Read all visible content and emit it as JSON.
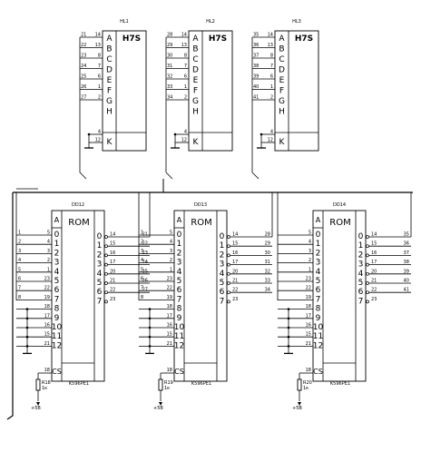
{
  "displays": [
    {
      "ref": "HL1",
      "type": "H7S",
      "segments": [
        "A",
        "B",
        "C",
        "D",
        "E",
        "F",
        "G",
        "H"
      ],
      "k_label": "K",
      "wires": [
        "21",
        "22",
        "23",
        "24",
        "25",
        "26",
        "27"
      ],
      "pins": [
        "14",
        "13",
        "8",
        "7",
        "6",
        "1",
        "2"
      ],
      "k_pins": [
        "4",
        "12"
      ]
    },
    {
      "ref": "HL2",
      "type": "H7S",
      "segments": [
        "A",
        "B",
        "C",
        "D",
        "E",
        "F",
        "G",
        "H"
      ],
      "k_label": "K",
      "wires": [
        "28",
        "29",
        "30",
        "31",
        "32",
        "33",
        "34"
      ],
      "pins": [
        "14",
        "13",
        "8",
        "7",
        "6",
        "1",
        "2"
      ],
      "k_pins": [
        "4",
        "12"
      ]
    },
    {
      "ref": "HL3",
      "type": "H7S",
      "segments": [
        "A",
        "B",
        "C",
        "D",
        "E",
        "F",
        "G",
        "H"
      ],
      "k_label": "K",
      "wires": [
        "35",
        "36",
        "37",
        "38",
        "39",
        "40",
        "41"
      ],
      "pins": [
        "14",
        "13",
        "8",
        "7",
        "6",
        "1",
        "2"
      ],
      "k_pins": [
        "4",
        "12"
      ]
    }
  ],
  "roms": [
    {
      "ref": "DD12",
      "title": "ROM",
      "a_label": "A",
      "cs_label": "CS",
      "part": "K596PE1",
      "addr_labels": [
        "0",
        "1",
        "2",
        "3",
        "4",
        "5",
        "6",
        "7",
        "8",
        "9",
        "10",
        "11",
        "12"
      ],
      "out_labels": [
        "0",
        "1",
        "2",
        "3",
        "4",
        "5",
        "6",
        "7"
      ],
      "in_pins": [
        "5",
        "4",
        "3",
        "2",
        "1",
        "23",
        "22",
        "19",
        "18",
        "17",
        "16",
        "15",
        "21"
      ],
      "out_pins": [
        "14",
        "15",
        "16",
        "17",
        "20",
        "21",
        "22",
        "23"
      ],
      "in_wires": [
        "1",
        "2",
        "3",
        "4",
        "5",
        "6",
        "7",
        "8",
        "",
        "",
        "",
        "",
        ""
      ],
      "out_wires": [
        "21",
        "22",
        "23",
        "24",
        "25",
        "26",
        "27",
        ""
      ],
      "cs_pin": "18",
      "res": "R18",
      "res_val": "1к",
      "supply": "+5В"
    },
    {
      "ref": "DD13",
      "title": "ROM",
      "a_label": "A",
      "cs_label": "CS",
      "part": "K596PE1",
      "addr_labels": [
        "0",
        "1",
        "2",
        "3",
        "4",
        "5",
        "6",
        "7",
        "8",
        "9",
        "10",
        "11",
        "12"
      ],
      "out_labels": [
        "0",
        "1",
        "2",
        "3",
        "4",
        "5",
        "6",
        "7"
      ],
      "in_pins": [
        "5",
        "4",
        "3",
        "2",
        "1",
        "23",
        "22",
        "19",
        "18",
        "17",
        "16",
        "15",
        "21"
      ],
      "out_pins": [
        "14",
        "15",
        "16",
        "17",
        "20",
        "21",
        "22",
        "23"
      ],
      "in_wires": [
        "1",
        "2",
        "3",
        "4",
        "5",
        "6",
        "7",
        "8",
        "",
        "",
        "",
        "",
        ""
      ],
      "out_wires": [
        "28",
        "29",
        "30",
        "31",
        "32",
        "33",
        "34",
        ""
      ],
      "cs_pin": "18",
      "res": "R19",
      "res_val": "1к",
      "supply": "+5В"
    },
    {
      "ref": "DD14",
      "title": "ROM",
      "a_label": "A",
      "cs_label": "CS",
      "part": "K596PE1",
      "addr_labels": [
        "0",
        "1",
        "2",
        "3",
        "4",
        "5",
        "6",
        "7",
        "8",
        "9",
        "10",
        "11",
        "12"
      ],
      "out_labels": [
        "0",
        "1",
        "2",
        "3",
        "4",
        "5",
        "6",
        "7"
      ],
      "in_pins": [
        "5",
        "4",
        "3",
        "2",
        "1",
        "23",
        "22",
        "19",
        "18",
        "17",
        "16",
        "15",
        "21"
      ],
      "out_pins": [
        "14",
        "15",
        "16",
        "17",
        "20",
        "21",
        "22",
        "23"
      ],
      "in_wires": [
        "",
        "",
        "",
        "",
        "",
        "",
        "",
        "",
        "",
        "",
        "",
        "",
        ""
      ],
      "out_wires": [
        "35",
        "36",
        "37",
        "38",
        "39",
        "40",
        "41",
        ""
      ],
      "cs_pin": "18",
      "res": "R20",
      "res_val": "1к",
      "supply": "+5В"
    }
  ]
}
